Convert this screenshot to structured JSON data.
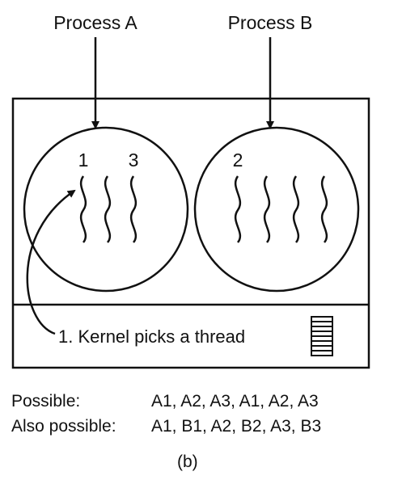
{
  "processes": [
    {
      "label": "Process A",
      "thread_numbers": [
        "1",
        "3"
      ],
      "thread_count": 3
    },
    {
      "label": "Process B",
      "thread_numbers": [
        "2"
      ],
      "thread_count": 4
    }
  ],
  "kernel": {
    "label": "1. Kernel picks a thread",
    "icon": "run-queue-icon"
  },
  "schedules": [
    {
      "label": "Possible:",
      "sequence": "A1, A2, A3, A1, A2, A3"
    },
    {
      "label": "Also possible:",
      "sequence": "A1, B1, A2, B2, A3, B3"
    }
  ],
  "caption": "(b)"
}
